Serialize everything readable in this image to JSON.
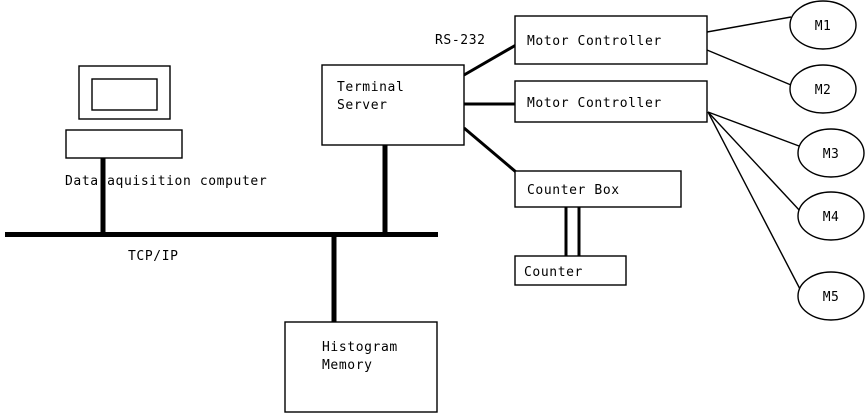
{
  "diagram": {
    "title": "Data acquisition system block diagram",
    "background_color": "#ffffff",
    "stroke_color": "#000000",
    "nodes": {
      "monitor_outer": {
        "name": "monitor-outer"
      },
      "monitor_screen": {
        "name": "monitor-screen"
      },
      "computer_base": {
        "name": "computer-base"
      },
      "terminal_server": {
        "label_line1": "Terminal",
        "label_line2": "Server"
      },
      "motor_controller_1": {
        "label": "Motor Controller"
      },
      "motor_controller_2": {
        "label": "Motor Controller"
      },
      "counter_box": {
        "label": "Counter Box"
      },
      "counter": {
        "label": "Counter"
      },
      "histogram_memory": {
        "label_line1": "Histogram",
        "label_line2": "Memory"
      }
    },
    "motors": [
      {
        "label": "M1"
      },
      {
        "label": "M2"
      },
      {
        "label": "M3"
      },
      {
        "label": "M4"
      },
      {
        "label": "M5"
      }
    ],
    "free_labels": {
      "data_acquisition_computer": "Data aquisition computer",
      "tcp_ip": "TCP/IP",
      "rs_232": "RS-232"
    }
  }
}
